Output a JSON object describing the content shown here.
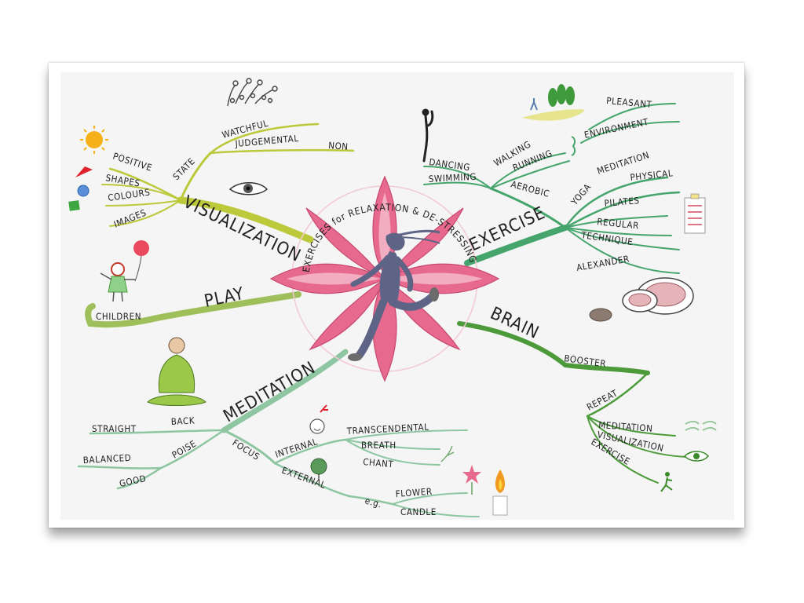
{
  "central": {
    "title": "EXERCISES for RELAXATION & DE-STRESSING"
  },
  "branches": {
    "visualization": {
      "label": "VISUALIZATION",
      "state": "STATE",
      "watchful": "WATCHFUL",
      "judgemental": "JUDGEMENTAL",
      "non": "NON",
      "positive": "POSITIVE",
      "shapes": "SHAPES",
      "colours": "COLOURS",
      "images": "IMAGES"
    },
    "play": {
      "label": "PLAY",
      "children": "CHILDREN"
    },
    "meditation": {
      "label": "MEDITATION",
      "back": "BACK",
      "straight": "STRAIGHT",
      "poise": "POISE",
      "balanced": "BALANCED",
      "good": "GOOD",
      "focus": "FOCUS",
      "internal": "INTERNAL",
      "transcendental": "TRANSCENDENTAL",
      "breath": "BREATH",
      "chant": "CHANT",
      "external": "EXTERNAL",
      "eg": "e.g.",
      "flower": "FLOWER",
      "candle": "CANDLE"
    },
    "exercise": {
      "label": "EXERCISE",
      "aerobic": "AEROBIC",
      "walking": "WALKING",
      "running": "RUNNING",
      "dancing": "DANCING",
      "swimming": "SWIMMING",
      "environment": "ENVIRONMENT",
      "pleasant": "PLEASANT",
      "yoga": "YOGA",
      "meditation": "MEDITATION",
      "physical": "PHYSICAL",
      "pilates": "PILATES",
      "regular": "REGULAR",
      "technique": "TECHNIQUE",
      "alexander": "ALEXANDER"
    },
    "brain": {
      "label": "BRAIN",
      "booster": "BOOSTER",
      "repeat": "REPEAT",
      "meditation": "MEDITATION",
      "visualization": "VISUALIZATION",
      "exercise": "EXERCISE"
    }
  },
  "colors": {
    "visualization": "#bcc93a",
    "play": "#9fbf5a",
    "meditation": "#8dc6a0",
    "exercise": "#46a56d",
    "brain": "#4c9a3a",
    "lotus": "#e76a8e",
    "lotus_light": "#f6c3d2"
  },
  "icons": [
    "sun-icon",
    "triangle-icon",
    "circle-icon",
    "square-icon",
    "eye-icon",
    "flowers-icon",
    "girl-balloon-icon",
    "buddha-icon",
    "runner-icon",
    "lotus-icon",
    "trees-icon",
    "yoga-pose-icon",
    "notepad-icon",
    "brain-icon",
    "face-icon",
    "globe-icon",
    "star-flower-icon",
    "candle-icon",
    "small-runner-icon"
  ]
}
